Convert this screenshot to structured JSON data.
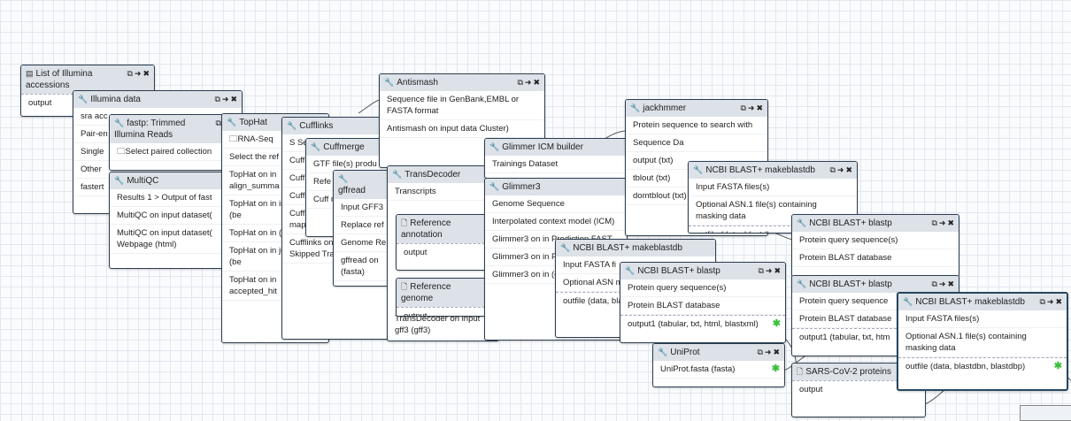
{
  "nodes": [
    {
      "key": "illumina_list",
      "icon": "list-file-icon",
      "title": "List of Illumina accessions",
      "rows": [
        "output"
      ],
      "outputs": []
    },
    {
      "key": "illumina_data",
      "icon": "wrench-icon",
      "title": "Illumina data",
      "rows": [
        "sra acc",
        "Pair-en",
        "Single",
        "Other",
        "fastert"
      ],
      "outputs": []
    },
    {
      "key": "fastp",
      "icon": "wrench-icon",
      "title": "fastp: Trimmed Illumina Reads",
      "rows": [
        "Select paired collection"
      ],
      "outputs": []
    },
    {
      "key": "multiqc",
      "icon": "wrench-icon",
      "title": "MultiQC",
      "rows": [
        "Results 1 > Output of fast",
        "MultiQC on input dataset(",
        "MultiQC on input dataset( Webpage (html)"
      ],
      "outputs": []
    },
    {
      "key": "tophat",
      "icon": "wrench-icon",
      "title": "TopHat",
      "rows": [
        "RNA-Seq",
        "Select the ref",
        "TopHat on in align_summa",
        "TopHat on in insertions (be",
        "TopHat on in (bed)",
        "TopHat on in junctions (be",
        "TopHat on in accepted_hit"
      ],
      "outputs": []
    },
    {
      "key": "cufflinks",
      "icon": "wrench-icon",
      "title": "Cufflinks",
      "rows": [
        "S Seq",
        "Cuff exp",
        "Cuff tran",
        "Cufflinks o assembled",
        "Cufflinks on input datas map mass (txt)",
        "Cufflinks on input datas Skipped Transcripts (gtf)"
      ],
      "outputs": []
    },
    {
      "key": "cuffmerge",
      "icon": "wrench-icon",
      "title": "Cuffmerge",
      "rows": [
        "GTF file(s) produ",
        "Refe",
        "Cuff mer"
      ],
      "outputs": []
    },
    {
      "key": "gffread",
      "icon": "wrench-icon",
      "title": "gffread",
      "rows": [
        "Input GFF3",
        "Replace ref",
        "Genome Re",
        "gffread on (fasta)"
      ],
      "outputs": []
    },
    {
      "key": "antismash",
      "icon": "wrench-icon",
      "title": "Antismash",
      "rows": [
        "Sequence file in GenBank,EMBL or FASTA format",
        "Antismash on input data Cluster)"
      ],
      "outputs": []
    },
    {
      "key": "transdecoder",
      "icon": "wrench-icon",
      "title": "TransDecoder",
      "rows": [
        "Transcripts",
        "TransDecoder on input gff3 (gff3)"
      ],
      "outputs": []
    },
    {
      "key": "ref_annotation",
      "icon": "file-icon",
      "title": "Reference annotation",
      "rows": [
        "output"
      ],
      "outputs": []
    },
    {
      "key": "ref_genome",
      "icon": "file-icon",
      "title": "Reference genome",
      "rows": [
        "output"
      ],
      "outputs": []
    },
    {
      "key": "glimmer_icm",
      "icon": "wrench-icon",
      "title": "Glimmer ICM builder",
      "rows": [
        "Trainings Dataset"
      ],
      "outputs": []
    },
    {
      "key": "glimmer3",
      "icon": "wrench-icon",
      "title": "Glimmer3",
      "rows": [
        "Genome Sequence",
        "Interpolated context model (ICM)",
        "Glimmer3 on in Prediction FAST",
        "Glimmer3 on in Prediction table",
        "Glimmer3 on in (detailed report)"
      ],
      "outputs": []
    },
    {
      "key": "jackhmmer",
      "icon": "wrench-icon",
      "title": "jackhmmer",
      "rows": [
        "Protein sequence to search with",
        "Sequence Da",
        "output (txt)",
        "tblout (txt)",
        "domtblout (txt)"
      ],
      "outputs": []
    },
    {
      "key": "mkblastdb1",
      "icon": "wrench-icon",
      "title": "NCBI BLAST+ makeblastdb",
      "rows": [
        "Input FASTA files(s)",
        "Optional ASN.1 file(s) containing masking data",
        "outfile (data, blastdbn"
      ],
      "outputs": []
    },
    {
      "key": "blastp_top",
      "icon": "wrench-icon",
      "title": "NCBI BLAST+ blastp",
      "rows": [
        "Protein query sequence(s)",
        "Protein BLAST database"
      ],
      "outputs": []
    },
    {
      "key": "mkblastdb_mid",
      "icon": "wrench-icon",
      "title": "NCBI BLAST+ makeblastdb",
      "rows": [
        "Input FASTA fi",
        "Optional ASN masking data",
        "outfile (data, bla"
      ],
      "outputs": []
    },
    {
      "key": "blastp_mid",
      "icon": "wrench-icon",
      "title": "NCBI BLAST+ blastp",
      "rows": [
        "Protein query sequence(s)",
        "Protein BLAST database",
        "output1 (tabular, txt, html, blastxml)"
      ],
      "outputs": []
    },
    {
      "key": "blastp_right",
      "icon": "wrench-icon",
      "title": "NCBI BLAST+ blastp",
      "rows": [
        "Protein query sequence",
        "Protein BLAST database",
        "output1 (tabular, txt, htm"
      ],
      "outputs": []
    },
    {
      "key": "uniprot",
      "icon": "wrench-icon",
      "title": "UniProt",
      "rows": [
        "UniProt.fasta (fasta)"
      ],
      "outputs": []
    },
    {
      "key": "sars",
      "icon": "file-icon",
      "title": "SARS-CoV-2 proteins",
      "rows": [
        "output"
      ],
      "outputs": []
    },
    {
      "key": "mkblastdb2",
      "icon": "wrench-icon",
      "title": "NCBI BLAST+ makeblastdb",
      "rows": [
        "Input FASTA files(s)",
        "Optional ASN.1 file(s) containing masking data",
        "outfile (data, blastdbn, blastdbp)"
      ],
      "outputs": []
    }
  ]
}
